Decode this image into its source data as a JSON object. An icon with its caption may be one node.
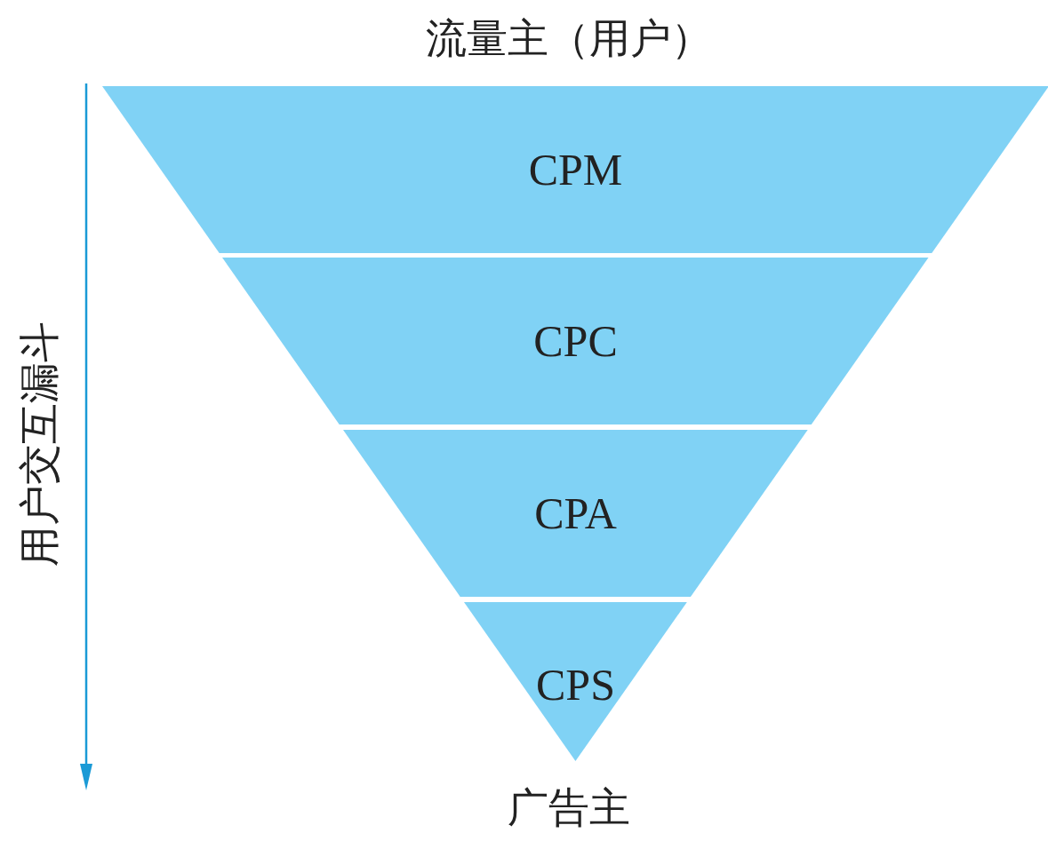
{
  "diagram": {
    "nodes": [
      {
        "text": [
          "CPM"
        ]
      },
      {
        "text": [
          "CPC"
        ]
      },
      {
        "text": [
          "CPA"
        ]
      },
      {
        "text": [
          "CPS"
        ]
      }
    ],
    "labels": [
      "流量主（用户）",
      "用户交互漏斗",
      "广告主"
    ]
  }
}
